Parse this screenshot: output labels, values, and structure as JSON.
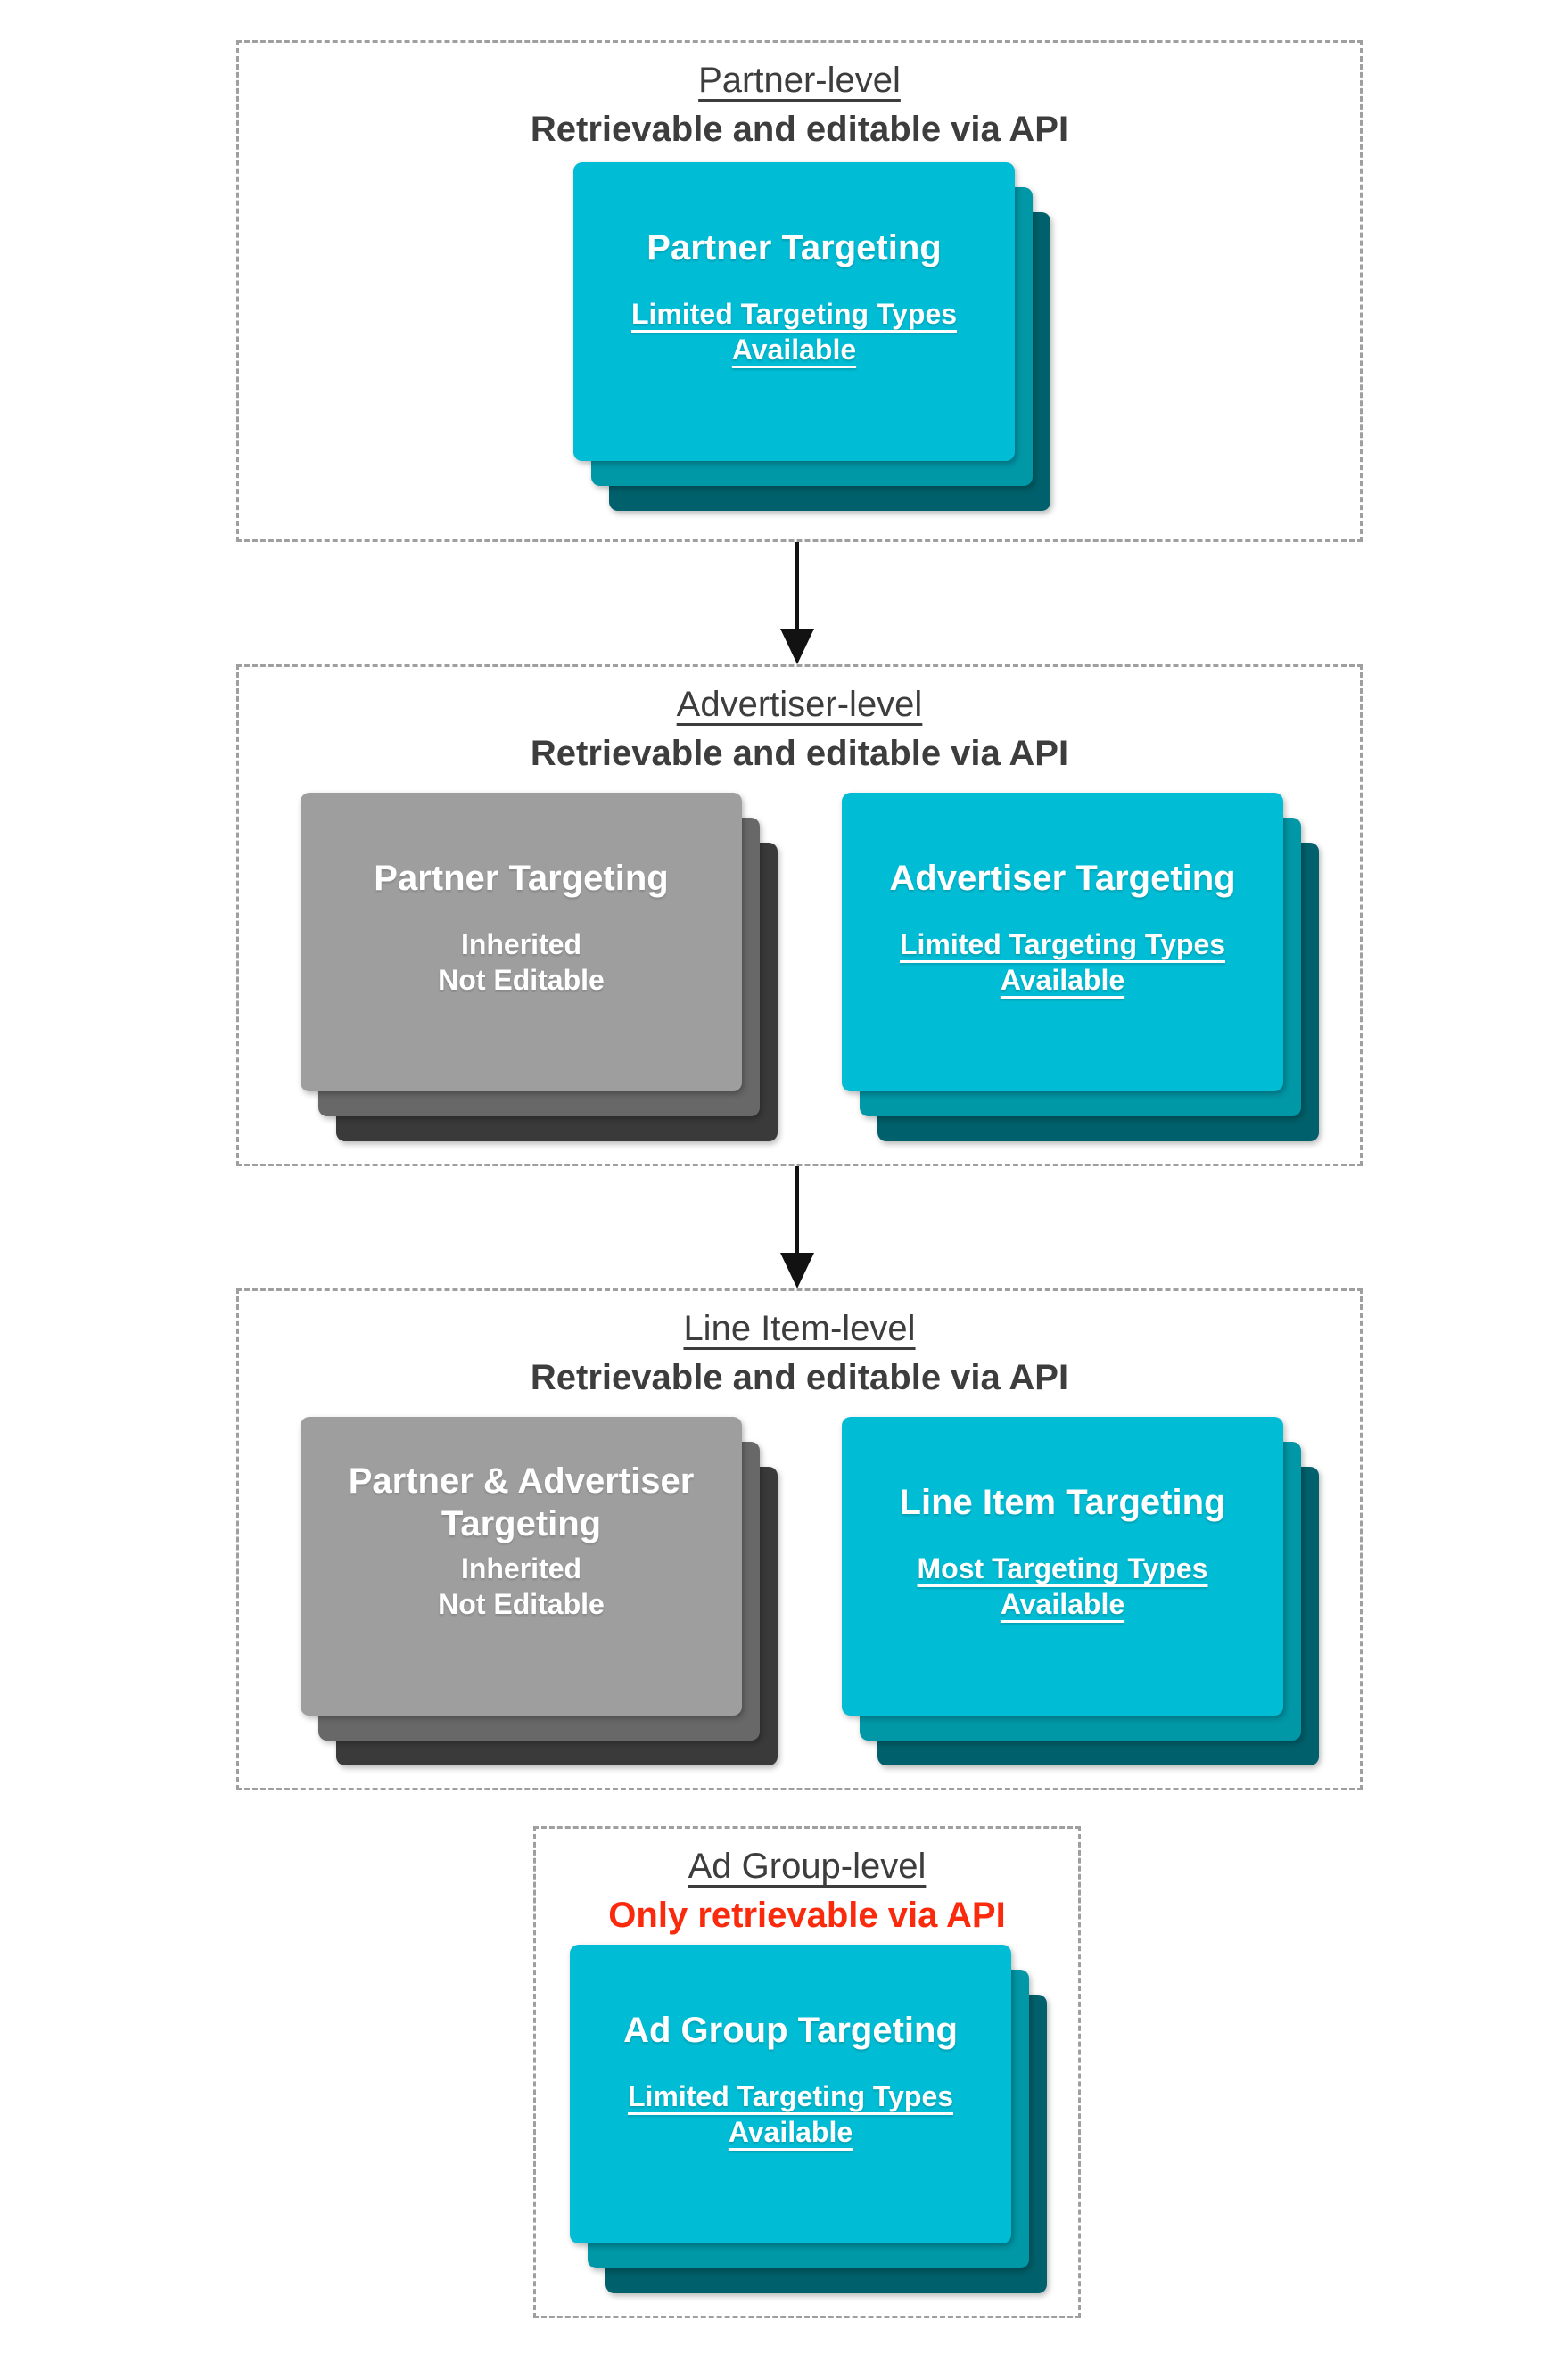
{
  "colors": {
    "teal_front": "#00bcd4",
    "teal_middle": "#0097a7",
    "teal_back": "#00606b",
    "gray_front": "#9e9e9e",
    "gray_middle": "#686868",
    "gray_back": "#3a3a3a",
    "header_text": "#3d3d3d",
    "alert_red": "#fa2a0d",
    "card_text": "#ffffff",
    "dashed_border": "#9f9f9f",
    "arrow": "#121212",
    "background": "#ffffff"
  },
  "sections": [
    {
      "id": "partner-level",
      "title": "Partner-level",
      "subtitle": "Retrievable and editable via API",
      "cards": [
        {
          "style": "teal",
          "title": "Partner Targeting",
          "body_lines": [
            "Limited Targeting Types",
            "Available"
          ],
          "body_underlined": true
        }
      ]
    },
    {
      "id": "advertiser-level",
      "title": "Advertiser-level",
      "subtitle": "Retrievable and editable via API",
      "cards": [
        {
          "style": "gray",
          "title": "Partner Targeting",
          "body_lines": [
            "Inherited",
            "Not Editable"
          ],
          "body_underlined": false
        },
        {
          "style": "teal",
          "title": "Advertiser Targeting",
          "body_lines": [
            "Limited Targeting Types",
            "Available"
          ],
          "body_underlined": true
        }
      ]
    },
    {
      "id": "line-item-level",
      "title": "Line Item-level",
      "subtitle": "Retrievable and editable via API",
      "cards": [
        {
          "style": "gray",
          "title": "Partner & Advertiser Targeting",
          "body_lines": [
            "Inherited",
            "Not Editable"
          ],
          "body_underlined": false
        },
        {
          "style": "teal",
          "title": "Line Item Targeting",
          "body_lines": [
            "Most Targeting Types",
            "Available"
          ],
          "body_underlined": true
        }
      ]
    },
    {
      "id": "ad-group-level",
      "title": "Ad Group-level",
      "subtitle": "Only retrievable via API",
      "subtitle_emphasis": "red",
      "cards": [
        {
          "style": "teal",
          "title": "Ad Group Targeting",
          "body_lines": [
            "Limited Targeting Types",
            "Available"
          ],
          "body_underlined": true
        }
      ]
    }
  ],
  "arrows": [
    {
      "from": "partner-level",
      "to": "advertiser-level",
      "direction": "down"
    },
    {
      "from": "advertiser-level",
      "to": "line-item-level",
      "direction": "down"
    }
  ]
}
